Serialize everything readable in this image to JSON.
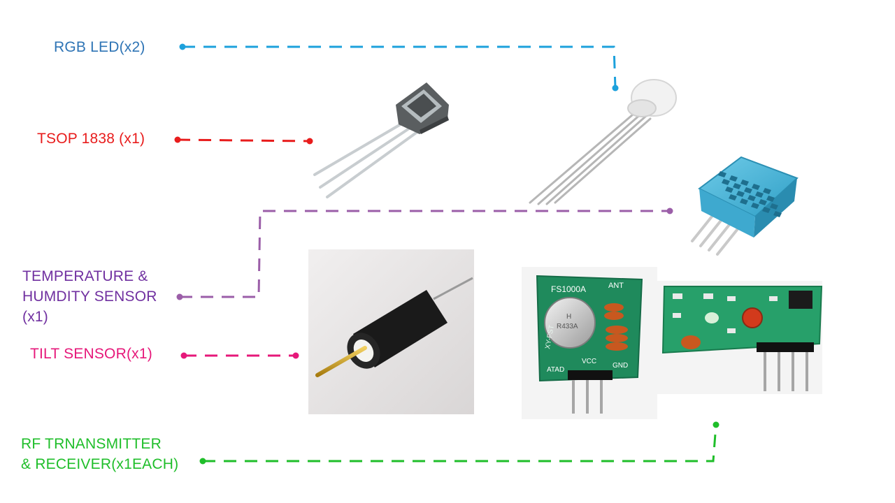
{
  "labels": {
    "rgb_led": "RGB LED(x2)",
    "tsop": "TSOP 1838 (x1)",
    "temp_line1": "TEMPERATURE &",
    "temp_line2": "HUMDITY SENSOR",
    "temp_line3": "(x1)",
    "tilt": "TILT SENSOR(x1)",
    "rf_line1": "RF TRNANSMITTER",
    "rf_line2": "& RECEIVER(x1EACH)"
  },
  "colors": {
    "rgb_led": "#1da1dc",
    "rgb_led_text": "#2e74b5",
    "tsop": "#e81c1c",
    "temp": "#9b5ea8",
    "temp_text": "#7030a0",
    "tilt": "#e6187a",
    "rf": "#1fbe2a",
    "pcb": "#1f8a5c",
    "sensor_blue": "#4bb7d9"
  },
  "components": {
    "ir_receiver": {
      "icon": "ir-receiver-image"
    },
    "rgb_led": {
      "icon": "rgb-led-image"
    },
    "dht": {
      "icon": "dht-sensor-image"
    },
    "tilt": {
      "icon": "tilt-sensor-image"
    },
    "rf_tx": {
      "label_top": "FS1000A",
      "label_ant": "ANT",
      "label_side": "XY-FST",
      "can_text1": "H",
      "can_text2": "R433A",
      "pin_atad": "ATAD",
      "pin_vcc": "VCC",
      "pin_gnd": "GND"
    },
    "rf_rx": {
      "icon": "rf-receiver-image"
    }
  }
}
